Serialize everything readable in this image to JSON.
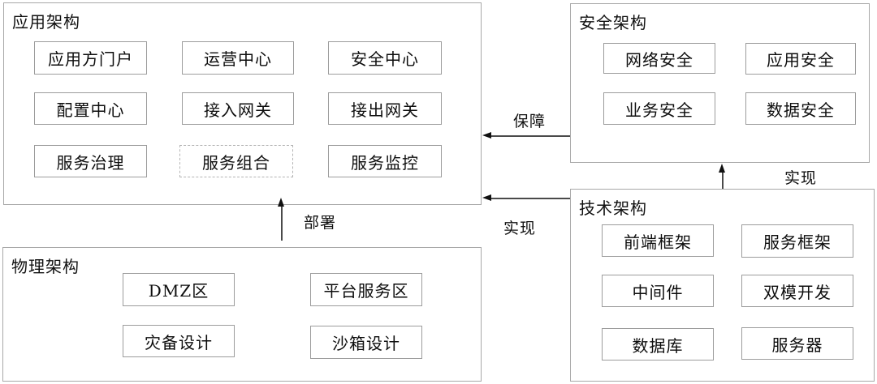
{
  "colors": {
    "background": "#ffffff",
    "panel_border": "#a8a8a8",
    "box_border": "#9c9c9c",
    "dashed_box_border": "#b4b4b4",
    "text": "#111111",
    "arrow": "#111111"
  },
  "panels": {
    "application": {
      "title": "应用架构",
      "boxes": [
        {
          "label": "应用方门户"
        },
        {
          "label": "运营中心"
        },
        {
          "label": "安全中心"
        },
        {
          "label": "配置中心"
        },
        {
          "label": "接入网关"
        },
        {
          "label": "接出网关"
        },
        {
          "label": "服务治理"
        },
        {
          "label": "服务组合",
          "dashed": true
        },
        {
          "label": "服务监控"
        }
      ]
    },
    "security": {
      "title": "安全架构",
      "boxes": [
        {
          "label": "网络安全"
        },
        {
          "label": "应用安全"
        },
        {
          "label": "业务安全"
        },
        {
          "label": "数据安全"
        }
      ]
    },
    "physical": {
      "title": "物理架构",
      "boxes": [
        {
          "label": "DMZ区"
        },
        {
          "label": "平台服务区"
        },
        {
          "label": "灾备设计"
        },
        {
          "label": "沙箱设计"
        }
      ]
    },
    "technology": {
      "title": "技术架构",
      "boxes": [
        {
          "label": "前端框架"
        },
        {
          "label": "服务框架"
        },
        {
          "label": "中间件"
        },
        {
          "label": "双模开发"
        },
        {
          "label": "数据库"
        },
        {
          "label": "服务器"
        }
      ]
    }
  },
  "connections": {
    "guarantee": {
      "label": "保障",
      "from": "安全架构",
      "to": "应用架构"
    },
    "realize_to_application": {
      "label": "实现",
      "from": "技术架构",
      "to": "应用架构"
    },
    "realize_to_security": {
      "label": "实现",
      "from": "技术架构",
      "to": "安全架构"
    },
    "deploy": {
      "label": "部署",
      "from": "物理架构",
      "to": "应用架构"
    }
  }
}
